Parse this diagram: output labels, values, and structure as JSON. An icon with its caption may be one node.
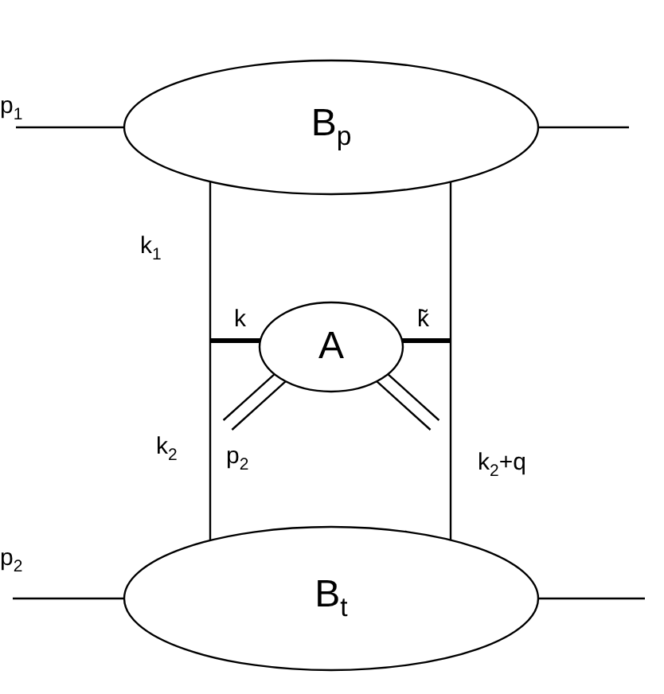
{
  "diagram": {
    "nodes": [
      {
        "text": [
          "B$_{p}$"
        ]
      },
      {
        "text": [
          "A"
        ]
      },
      {
        "text": [
          "B$_{t}$"
        ]
      }
    ],
    "edges": [
      {
        "from": null,
        "to": 0,
        "arrow": "none",
        "label": "p$_{1}$"
      },
      {
        "from": 0,
        "to": null,
        "arrow": "none"
      },
      {
        "from": 0,
        "to": 2,
        "arrow": "none"
      },
      {
        "from": 0,
        "to": 2,
        "arrow": "none",
        "label": "k$_{2}$+q"
      },
      {
        "from": null,
        "to": 1,
        "arrow": "none",
        "label": "k",
        "style": "thick"
      },
      {
        "from": 1,
        "to": null,
        "arrow": "none",
        "label": "k̃",
        "style": "thick"
      },
      {
        "from": 1,
        "to": null,
        "arrow": "none",
        "label": "p$_{2}$"
      },
      {
        "from": 1,
        "to": null,
        "arrow": "none"
      },
      {
        "from": null,
        "to": 2,
        "arrow": "none",
        "label": "p$_{2}$"
      },
      {
        "from": 2,
        "to": null,
        "arrow": "none"
      }
    ],
    "labels": [
      "k$_{1}$",
      "k$_{2}$"
    ]
  }
}
